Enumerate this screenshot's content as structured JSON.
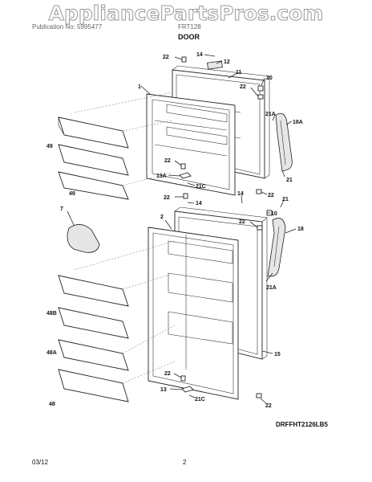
{
  "watermark": "AppliancePartsPros.com",
  "header": {
    "publication": "Publication No: 5995477",
    "section": "FRT128",
    "title": "DOOR"
  },
  "callouts": {
    "c1": "1",
    "c2": "2",
    "c7": "7",
    "c10a": "10",
    "c10b": "10",
    "c11": "11",
    "c12": "12",
    "c13": "13",
    "c13a": "13A",
    "c14a": "14",
    "c14b": "14",
    "c14c": "14",
    "c15": "15",
    "c18": "18",
    "c18a": "18A",
    "c21": "21",
    "c21b": "21",
    "c21aA": "21A",
    "c21aB": "21A",
    "c21cA": "21C",
    "c21cB": "21C",
    "c22a": "22",
    "c22b": "22",
    "c22c": "22",
    "c22d": "22",
    "c22e": "22",
    "c22f": "22",
    "c22g": "22",
    "c22h": "22",
    "c48": "48",
    "c48a": "48A",
    "c48b": "48B",
    "c49a": "49",
    "c49b": "49"
  },
  "diagram_code": "DRFFHT2126LB5",
  "footer": {
    "date": "03/12",
    "page": "2"
  }
}
